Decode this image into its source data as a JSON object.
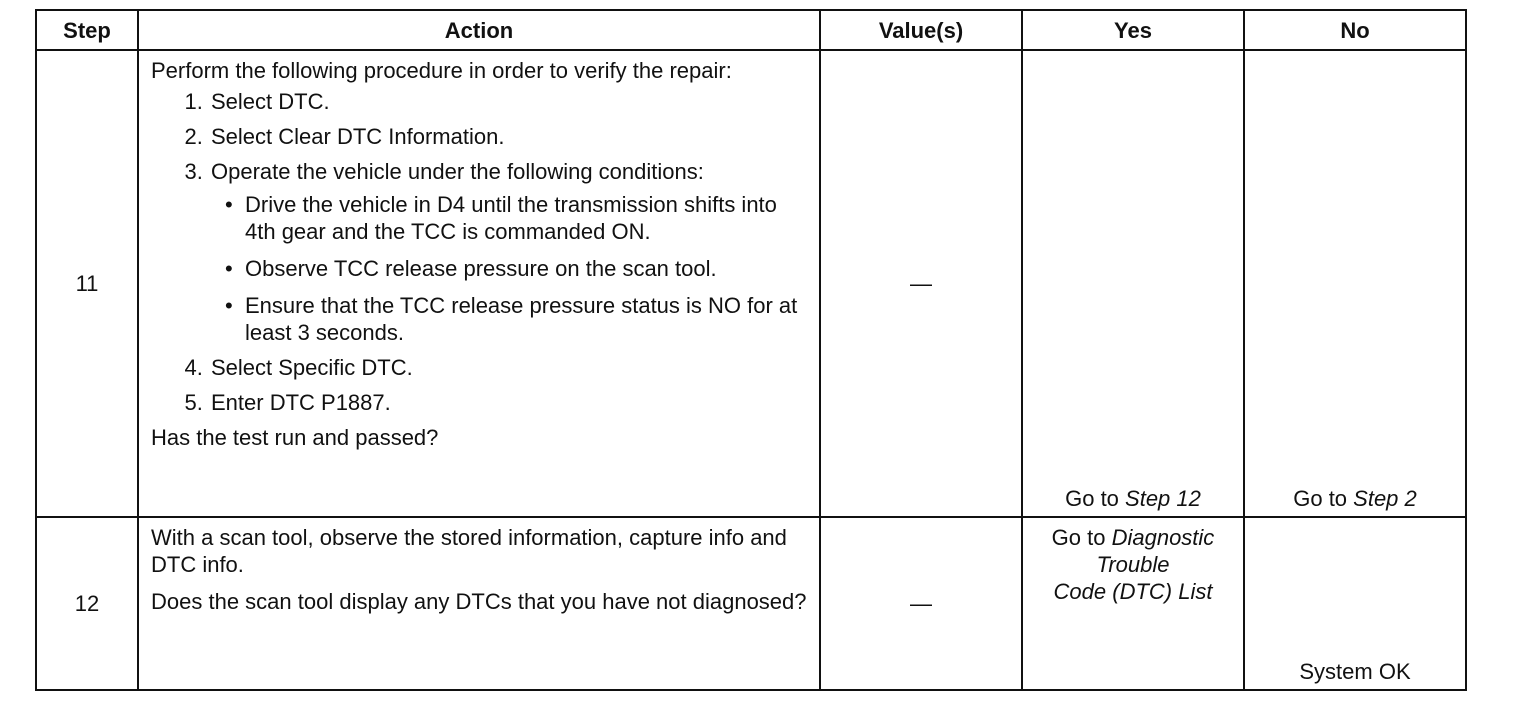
{
  "headers": {
    "step": "Step",
    "action": "Action",
    "values": "Value(s)",
    "yes": "Yes",
    "no": "No"
  },
  "rows": [
    {
      "step": "11",
      "intro": "Perform the following procedure in order to verify the repair:",
      "steps": [
        "Select DTC.",
        "Select Clear DTC Information.",
        "Operate the vehicle under the following conditions:",
        "Select Specific DTC.",
        "Enter DTC P1887."
      ],
      "bullets": [
        "Drive the vehicle in D4 until the transmission shifts into 4th gear and the TCC is commanded ON.",
        "Observe TCC release pressure on the scan tool.",
        "Ensure that the TCC release pressure status is NO for at least 3 seconds."
      ],
      "question": "Has the test run and passed?",
      "value": "—",
      "yes_prefix": "Go to ",
      "yes_link": "Step 12",
      "no_prefix": "Go to ",
      "no_link": "Step 2"
    },
    {
      "step": "12",
      "intro": "With a scan tool, observe the stored information, capture info and DTC info.",
      "question": "Does the scan tool display any DTCs that you have not diagnosed?",
      "value": "—",
      "yes_prefix": "Go to ",
      "yes_link_1": "Diagnostic",
      "yes_link_2": "Trouble",
      "yes_link_3": "Code (DTC) List",
      "no_text": "System OK"
    }
  ]
}
